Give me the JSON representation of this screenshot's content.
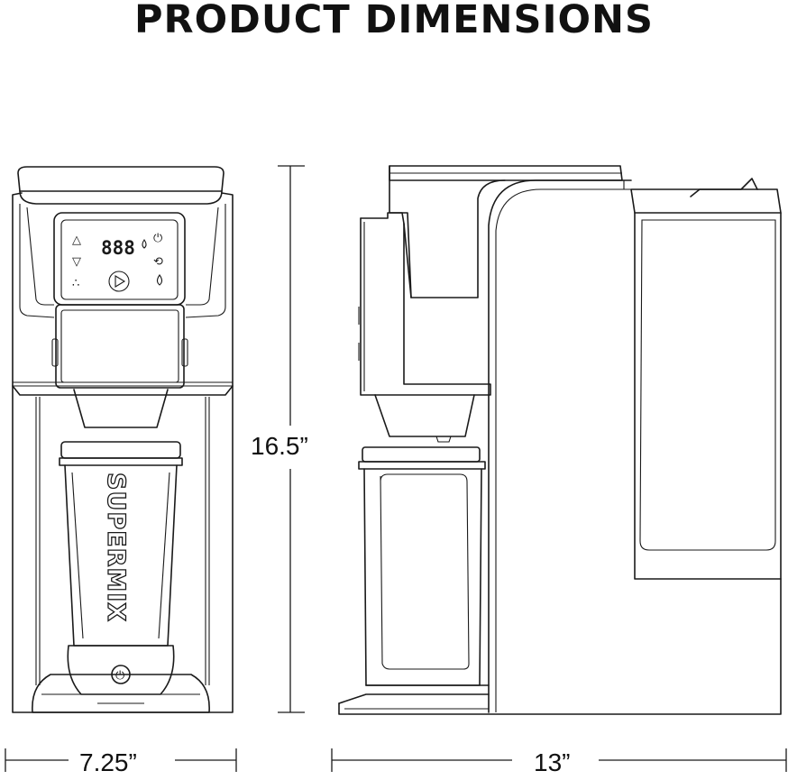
{
  "title": "PRODUCT DIMENSIONS",
  "brand": "SUPERMIX",
  "display_digits": "888",
  "dimensions": {
    "height": "16.5”",
    "width": "7.25”",
    "depth": "13”"
  },
  "icons": {
    "up": "△",
    "down": "▽",
    "power": "⏻",
    "drop": "Δ",
    "play": "▷",
    "dots": "∴",
    "cycle": "⟲"
  }
}
